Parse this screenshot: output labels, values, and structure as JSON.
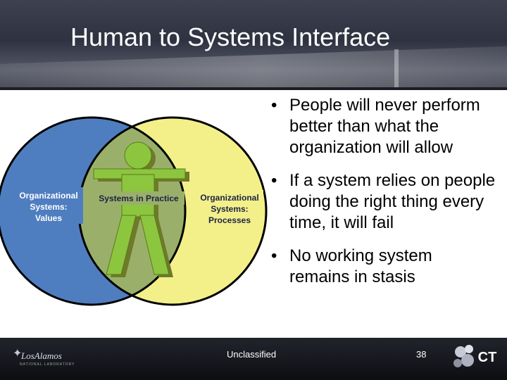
{
  "slide": {
    "title": "Human to Systems Interface",
    "footer_classification": "Unclassified",
    "page_number": "38"
  },
  "diagram": {
    "left_label": [
      "Organizational",
      "Systems:",
      "Values"
    ],
    "center_label": "Systems in Practice",
    "right_label": [
      "Organizational",
      "Systems:",
      "Processes"
    ],
    "colors": {
      "blue_circle": "#4f7ec0",
      "yellow_circle": "#f3f08a",
      "overlap": "#9ab06a",
      "figure": "#8cc63f"
    }
  },
  "bullets": [
    "People will never perform better than what the organization will allow",
    "If a system relies on people doing the right thing every time, it will fail",
    "No working system remains in stasis"
  ],
  "logos": {
    "left_name": "LosAlamos",
    "left_sub": "NATIONAL LABORATORY",
    "right_name": "CT"
  }
}
